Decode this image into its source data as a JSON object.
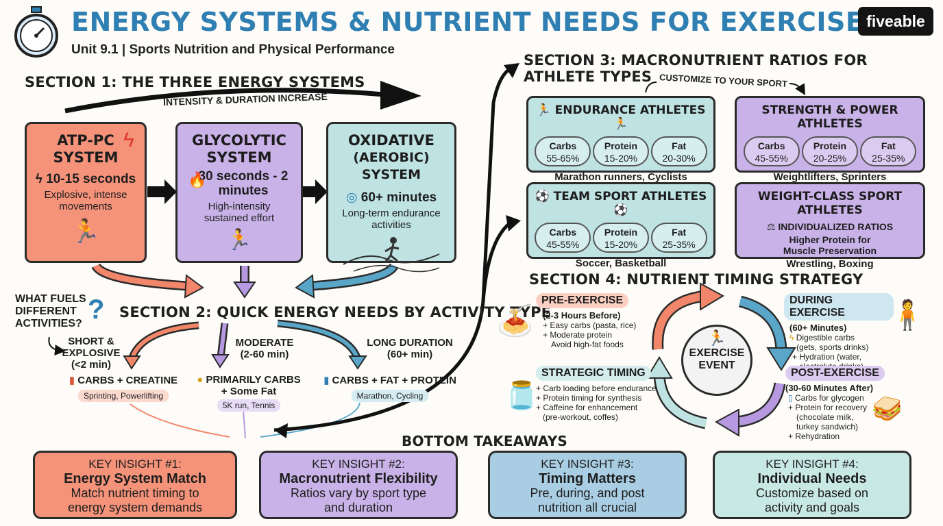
{
  "header": {
    "title": "ENERGY SYSTEMS & NUTRIENT NEEDS FOR EXERCISE",
    "subtitle": "Unit 9.1 | Sports Nutrition and Physical Performance",
    "logo": "fiveable"
  },
  "section1": {
    "title": "SECTION 1: THE THREE ENERGY SYSTEMS",
    "arrow_label": "INTENSITY & DURATION INCREASE",
    "systems": [
      {
        "name_line1": "ATP-PC",
        "name_line2": "SYSTEM",
        "duration": "10-15 seconds",
        "desc": "Explosive, intense movements",
        "color": "#f4937a"
      },
      {
        "name_line1": "GLYCOLYTIC",
        "name_line2": "SYSTEM",
        "duration": "30 seconds - 2 minutes",
        "desc": "High-intensity sustained effort",
        "color": "#c9b2e8"
      },
      {
        "name_line1": "OXIDATIVE",
        "name_line2": "(AEROBIC) SYSTEM",
        "duration": "60+ minutes",
        "desc": "Long-term endurance activities",
        "color": "#bfe3e3"
      }
    ]
  },
  "section2": {
    "title": "SECTION 2: QUICK ENERGY NEEDS BY ACTIVITY TYPE",
    "question": "WHAT FUELS DIFFERENT ACTIVITIES?",
    "short_label": "SHORT & EXPLOSIVE",
    "short_time": "(<2 min)",
    "moderate_label": "MODERATE",
    "moderate_time": "(2-60 min)",
    "long_label": "LONG DURATION",
    "long_time": "(60+ min)",
    "fuel1": "CARBS + CREATINE",
    "fuel1_ex": "Sprinting, Powerlifting",
    "fuel2_line1": "PRIMARILY CARBS",
    "fuel2_line2": "+ Some Fat",
    "fuel2_ex": "5K run, Tennis",
    "fuel3": "CARBS + FAT + PROTEIN",
    "fuel3_ex": "Marathon, Cycling"
  },
  "section3": {
    "title": "SECTION 3: MACRONUTRIENT RATIOS FOR ATHLETE TYPES",
    "customize": "CUSTOMIZE TO YOUR SPORT",
    "endurance": {
      "title": "ENDURANCE ATHLETES",
      "carbs": "55-65%",
      "protein": "15-20%",
      "fat": "20-30%",
      "examples": "Marathon runners, Cyclists"
    },
    "strength": {
      "title": "STRENGTH & POWER ATHLETES",
      "carbs": "45-55%",
      "protein": "20-25%",
      "fat": "25-35%",
      "examples": "Weightlifters, Sprinters"
    },
    "team": {
      "title": "TEAM SPORT ATHLETES",
      "carbs": "45-55%",
      "protein": "15-20%",
      "fat": "25-35%",
      "examples": "Soccer, Basketball"
    },
    "weight": {
      "title": "WEIGHT-CLASS SPORT ATHLETES",
      "line1": "INDIVIDUALIZED RATIOS",
      "line2": "Higher Protein for",
      "line3": "Muscle Preservation",
      "examples": "Wrestling, Boxing"
    },
    "labels": {
      "carbs": "Carbs",
      "protein": "Protein",
      "fat": "Fat"
    }
  },
  "section4": {
    "title": "SECTION 4: NUTRIENT TIMING STRATEGY",
    "center_line1": "EXERCISE",
    "center_line2": "EVENT",
    "pre": {
      "title": "PRE-EXERCISE",
      "time": "(2-3 Hours Before)",
      "b1": "+ Easy carbs (pasta, rice)",
      "b2": "+ Moderate protein",
      "b3": "Avoid high-fat foods"
    },
    "during": {
      "title": "DURING EXERCISE",
      "time": "(60+ Minutes)",
      "b1": "Digestible carbs",
      "b1b": "(gets, sports drinks)",
      "b2": "+ Hydration (water,",
      "b2b": "electrolyte drinks)"
    },
    "post": {
      "title": "POST-EXERCISE",
      "time": "(30-60 Minutes After)",
      "b1": "Carbs for glycogen",
      "b2": "+ Protein for recovery",
      "b2b": "(chocolate milk,",
      "b2c": "turkey sandwich)",
      "b3": "+ Rehydration"
    },
    "strategic": {
      "title": "STRATEGIC TIMING",
      "b1": "+ Carb loading before endurance",
      "b2": "+ Protein timing for synthesis",
      "b3": "+ Caffeine for enhancement",
      "b3b": "(pre-workout, coffes)"
    }
  },
  "bottom": {
    "title": "BOTTOM TAKEAWAYS",
    "insights": [
      {
        "label": "KEY INSIGHT #1:",
        "name": "Energy System Match",
        "line1": "Match nutrient timing to",
        "line2": "energy system demands",
        "color": "#f4937a"
      },
      {
        "label": "KEY INSIGHT #2:",
        "name": "Macronutrient Flexibility",
        "line1": "Ratios vary by sport type",
        "line2": "and duration",
        "color": "#c9b2e8"
      },
      {
        "label": "KEY INSIGHT #3:",
        "name": "Timing Matters",
        "line1": "Pre, during, and post",
        "line2": "nutrition all crucial",
        "color": "#a9cde3"
      },
      {
        "label": "KEY INSIGHT #4:",
        "name": "Individual Needs",
        "line1": "Customize based on",
        "line2": "activity and goals",
        "color": "#c8e8e4"
      }
    ]
  }
}
